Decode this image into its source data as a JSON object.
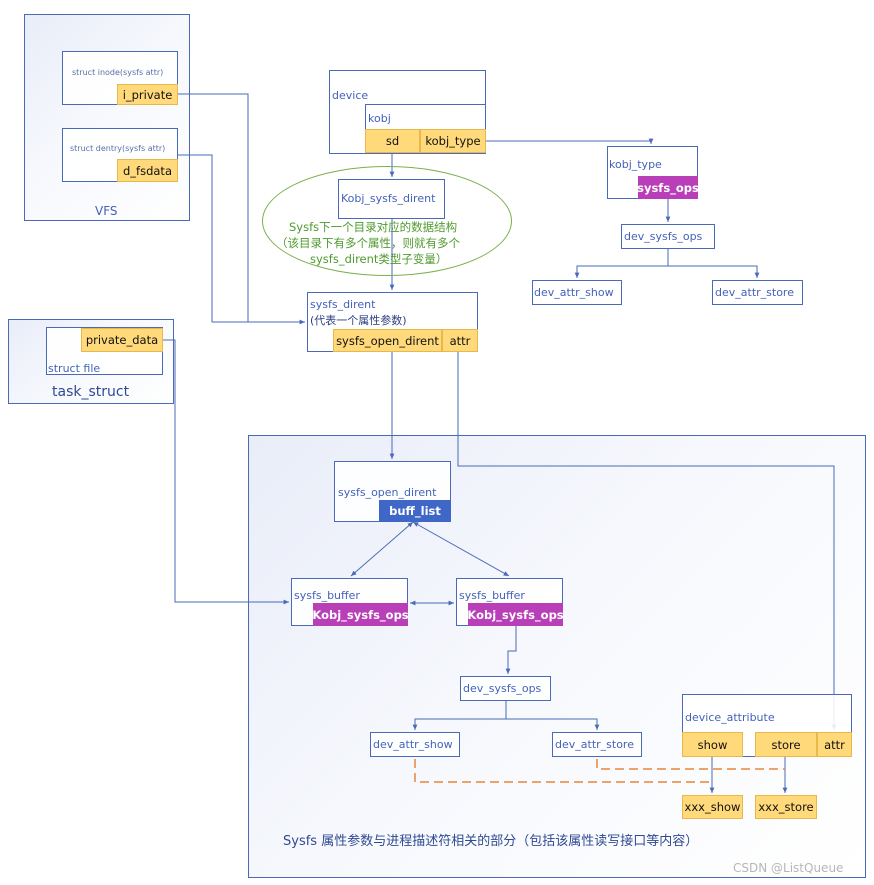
{
  "vfs": {
    "title": "VFS",
    "inode_label": "struct inode(sysfs attr)",
    "inode_field": "i_private",
    "dentry_label": "struct dentry(sysfs attr)",
    "dentry_field": "d_fsdata"
  },
  "task": {
    "title": "task_struct",
    "file_label": "struct file",
    "file_field": "private_data"
  },
  "device": {
    "title": "device",
    "kobj_title": "kobj",
    "sd_field": "sd",
    "kobj_type_field": "kobj_type"
  },
  "kobj_sysfs_dirent": {
    "title": "Kobj_sysfs_dirent"
  },
  "green_note": {
    "line1": "Sysfs下一个目录对应的数据结构",
    "line2": "（该目录下有多个属性，则就有多个",
    "line3": "sysfs_dirent类型子变量）"
  },
  "kobj_type_box": {
    "title": "kobj_type",
    "field": "sysfs_ops",
    "dev_sysfs_ops": "dev_sysfs_ops",
    "show": "dev_attr_show",
    "store": "dev_attr_store"
  },
  "sysfs_dirent": {
    "title": "sysfs_dirent",
    "subtitle": "(代表一个属性参数)",
    "open_field": "sysfs_open_dirent",
    "attr_field": "attr"
  },
  "lower": {
    "open_dirent_title": "sysfs_open_dirent",
    "buff_list": "buff_list",
    "buffer_left_title": "sysfs_buffer",
    "buffer_left_field": "Kobj_sysfs_ops",
    "buffer_right_title": "sysfs_buffer",
    "buffer_right_field": "Kobj_sysfs_ops",
    "dev_sysfs_ops": "dev_sysfs_ops",
    "dev_attr_show": "dev_attr_show",
    "dev_attr_store": "dev_attr_store",
    "device_attribute_title": "device_attribute",
    "show_field": "show",
    "store_field": "store",
    "attr_field": "attr",
    "xxx_show": "xxx_show",
    "xxx_store": "xxx_store",
    "caption": "Sysfs 属性参数与进程描述符相关的部分（包括该属性读写接口等内容）"
  },
  "watermark": "CSDN @ListQueue",
  "colors": {
    "border": "#4a69b8",
    "yellow": "#ffd97a",
    "magenta": "#b83fb8",
    "blue": "#3f67c7",
    "orange_dash": "#e8853a",
    "green": "#4f9a2d"
  }
}
